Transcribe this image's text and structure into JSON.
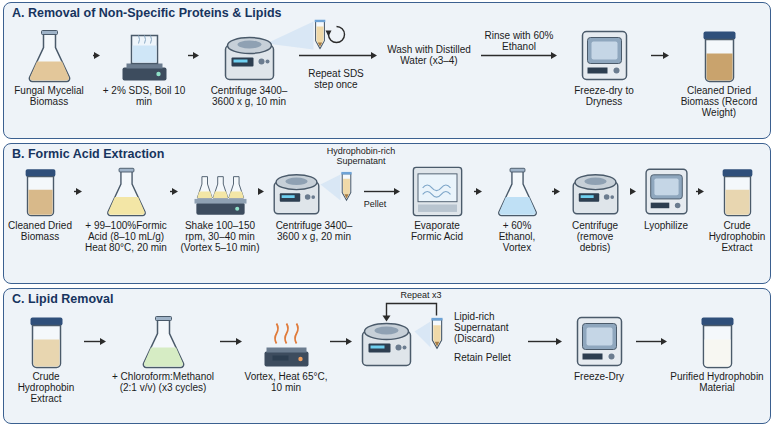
{
  "diagram": {
    "nodes": [
      {
        "text": [
          "A. Removal of Non-Specific Proteins & Lipids"
        ]
      },
      {
        "text": [
          "Fungal Mycelial Biomass"
        ],
        "in": 0
      },
      {
        "text": [
          "+ 2% SDS, Boil 10 min"
        ],
        "in": 0
      },
      {
        "text": [
          "Centrifuge 3400–3600 x g, 10 min"
        ],
        "in": 0
      },
      {
        "text": [
          "Wash with Distilled Water (x3–4)"
        ],
        "in": 0
      },
      {
        "text": [
          "Freeze-dry to Dryness"
        ],
        "in": 0
      },
      {
        "text": [
          "Cleaned Dried Biomass (Record Weight)"
        ],
        "in": 0
      },
      {
        "text": [
          "B. Formic Acid Extraction"
        ]
      },
      {
        "text": [
          "Cleaned Dried Biomass"
        ],
        "in": 7
      },
      {
        "text": [
          "+ 99–100%Formic Acid (8–10 mL/g) Heat 80°C, 20 min"
        ],
        "in": 7
      },
      {
        "text": [
          "Shake 100–150 rpm, 30–40 min (Vortex 5–10 min)"
        ],
        "in": 7
      },
      {
        "text": [
          "Centrifuge 3400–3600 x g, 20 min"
        ],
        "in": 7
      },
      {
        "text": [
          "Evaporate Formic Acid"
        ],
        "in": 7
      },
      {
        "text": [
          "+ 60% Ethanol, Vortex"
        ],
        "in": 7
      },
      {
        "text": [
          "Centrifuge (remove debris)"
        ],
        "in": 7
      },
      {
        "text": [
          "Lyophilize"
        ],
        "in": 7
      },
      {
        "text": [
          "Crude Hydrophobin Extract"
        ],
        "in": 7
      },
      {
        "text": [
          "C. Lipid Removal"
        ]
      },
      {
        "text": [
          "Crude Hydrophobin Extract"
        ],
        "in": 17
      },
      {
        "text": [
          "+ Chloroform:Methanol (2:1 v/v) (x3 cycles)"
        ],
        "in": 17
      },
      {
        "text": [
          "Vortex, Heat 65°C, 10 min"
        ],
        "in": 17
      },
      {
        "text": [
          "Lipid-rich Supernatant (Discard)",
          "Retain Pellet"
        ],
        "in": 17
      },
      {
        "text": [
          "Freeze-Dry"
        ],
        "in": 17
      },
      {
        "text": [
          "Purified Hydrophobin Material"
        ],
        "in": 17
      }
    ],
    "edges": [
      {
        "from": 1,
        "to": 2,
        "arrow": "to"
      },
      {
        "from": 2,
        "to": 3,
        "arrow": "to"
      },
      {
        "from": 3,
        "to": 4,
        "arrow": "to"
      },
      {
        "from": 4,
        "to": 5,
        "arrow": "to",
        "label": "Rinse with 60% Ethanol"
      },
      {
        "from": 5,
        "to": 6,
        "arrow": "to"
      },
      {
        "from": 8,
        "to": 9,
        "arrow": "to"
      },
      {
        "from": 9,
        "to": 10,
        "arrow": "to"
      },
      {
        "from": 10,
        "to": 11,
        "arrow": "to"
      },
      {
        "from": 11,
        "to": 12,
        "arrow": "to"
      },
      {
        "from": 12,
        "to": 13,
        "arrow": "to"
      },
      {
        "from": 13,
        "to": 14,
        "arrow": "to"
      },
      {
        "from": 14,
        "to": 15,
        "arrow": "to"
      },
      {
        "from": 15,
        "to": 16,
        "arrow": "to"
      },
      {
        "from": 18,
        "to": 19,
        "arrow": "to"
      },
      {
        "from": 19,
        "to": 20,
        "arrow": "to"
      },
      {
        "from": 20,
        "to": 21,
        "arrow": "to"
      },
      {
        "from": 21,
        "to": 22,
        "arrow": "to"
      },
      {
        "from": 22,
        "to": 23,
        "arrow": "to"
      }
    ],
    "labels": [
      "Repeat SDS step once",
      "Hydrophobin-rich Supernatant",
      "Pellet",
      "Repeat x3"
    ]
  }
}
